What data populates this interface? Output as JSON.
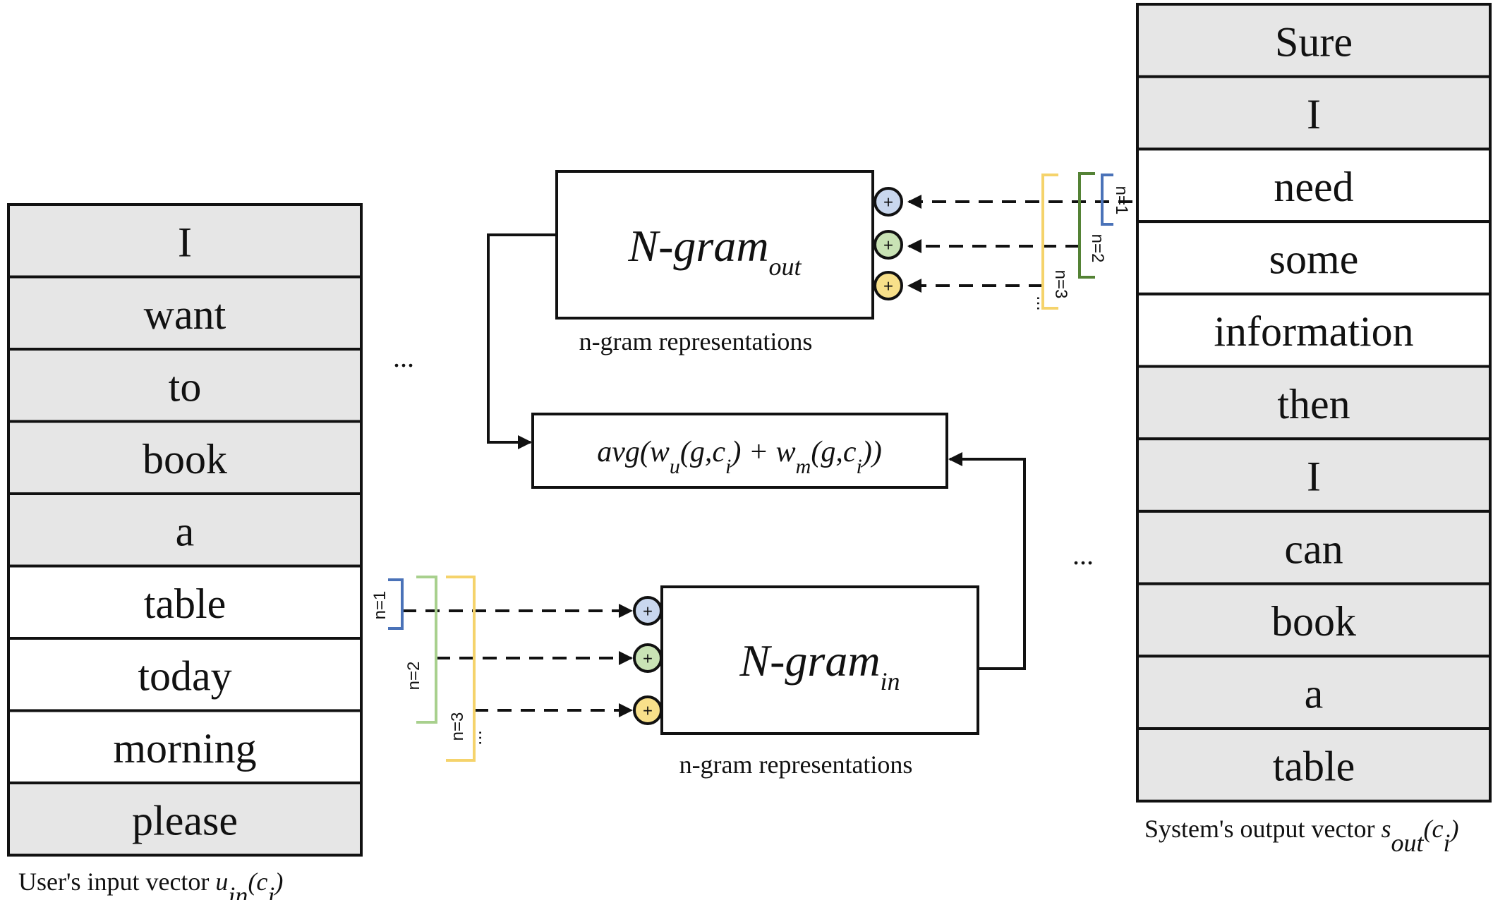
{
  "input_vector": {
    "tokens": [
      {
        "text": "I",
        "shaded": true
      },
      {
        "text": "want",
        "shaded": true
      },
      {
        "text": "to",
        "shaded": true
      },
      {
        "text": "book",
        "shaded": true
      },
      {
        "text": "a",
        "shaded": true
      },
      {
        "text": "table",
        "shaded": false
      },
      {
        "text": "today",
        "shaded": false
      },
      {
        "text": "morning",
        "shaded": false
      },
      {
        "text": "please",
        "shaded": true
      }
    ],
    "caption_prefix": "User's input vector ",
    "caption_var": "u",
    "caption_sub": "in",
    "caption_arg_open": "(c",
    "caption_arg_sub": "i",
    "caption_arg_close": ")"
  },
  "output_vector": {
    "tokens": [
      {
        "text": "Sure",
        "shaded": true
      },
      {
        "text": "I",
        "shaded": true
      },
      {
        "text": "need",
        "shaded": false
      },
      {
        "text": "some",
        "shaded": false
      },
      {
        "text": "information",
        "shaded": false
      },
      {
        "text": "then",
        "shaded": true
      },
      {
        "text": "I",
        "shaded": true
      },
      {
        "text": "can",
        "shaded": true
      },
      {
        "text": "book",
        "shaded": true
      },
      {
        "text": "a",
        "shaded": true
      },
      {
        "text": "table",
        "shaded": true
      }
    ],
    "caption_prefix": "System's output vector ",
    "caption_var": "s",
    "caption_sub": "out",
    "caption_arg_open": "(c",
    "caption_arg_sub": "i",
    "caption_arg_close": ")"
  },
  "ngram_out": {
    "main": "N-gram",
    "sub": "out",
    "caption": "n-gram representations"
  },
  "ngram_in": {
    "main": "N-gram",
    "sub": "in",
    "caption": "n-gram representations"
  },
  "formula": {
    "p1": "avg(w",
    "s1": "u",
    "p2": "(g,c",
    "s2": "i",
    "p3": ") + w",
    "s3": "m",
    "p4": "(g,c",
    "s4": "i",
    "p5": "))"
  },
  "ngram_labels": [
    "n=1",
    "n=2",
    "n=3"
  ],
  "ellipsis": "...",
  "vertical_ellipsis": "...",
  "plus_symbol": "+",
  "colors": {
    "cell_shaded": "#e6e6e6",
    "cell_plain": "#ffffff",
    "n1": "#4a72b8",
    "n1_fill": "#c9d7ee",
    "n2_in": "#a8d08d",
    "n2_out": "#548235",
    "n2_fill": "#c9e3b5",
    "n3": "#f5d36b",
    "n3_fill": "#f8e08a",
    "stroke": "#111111"
  }
}
